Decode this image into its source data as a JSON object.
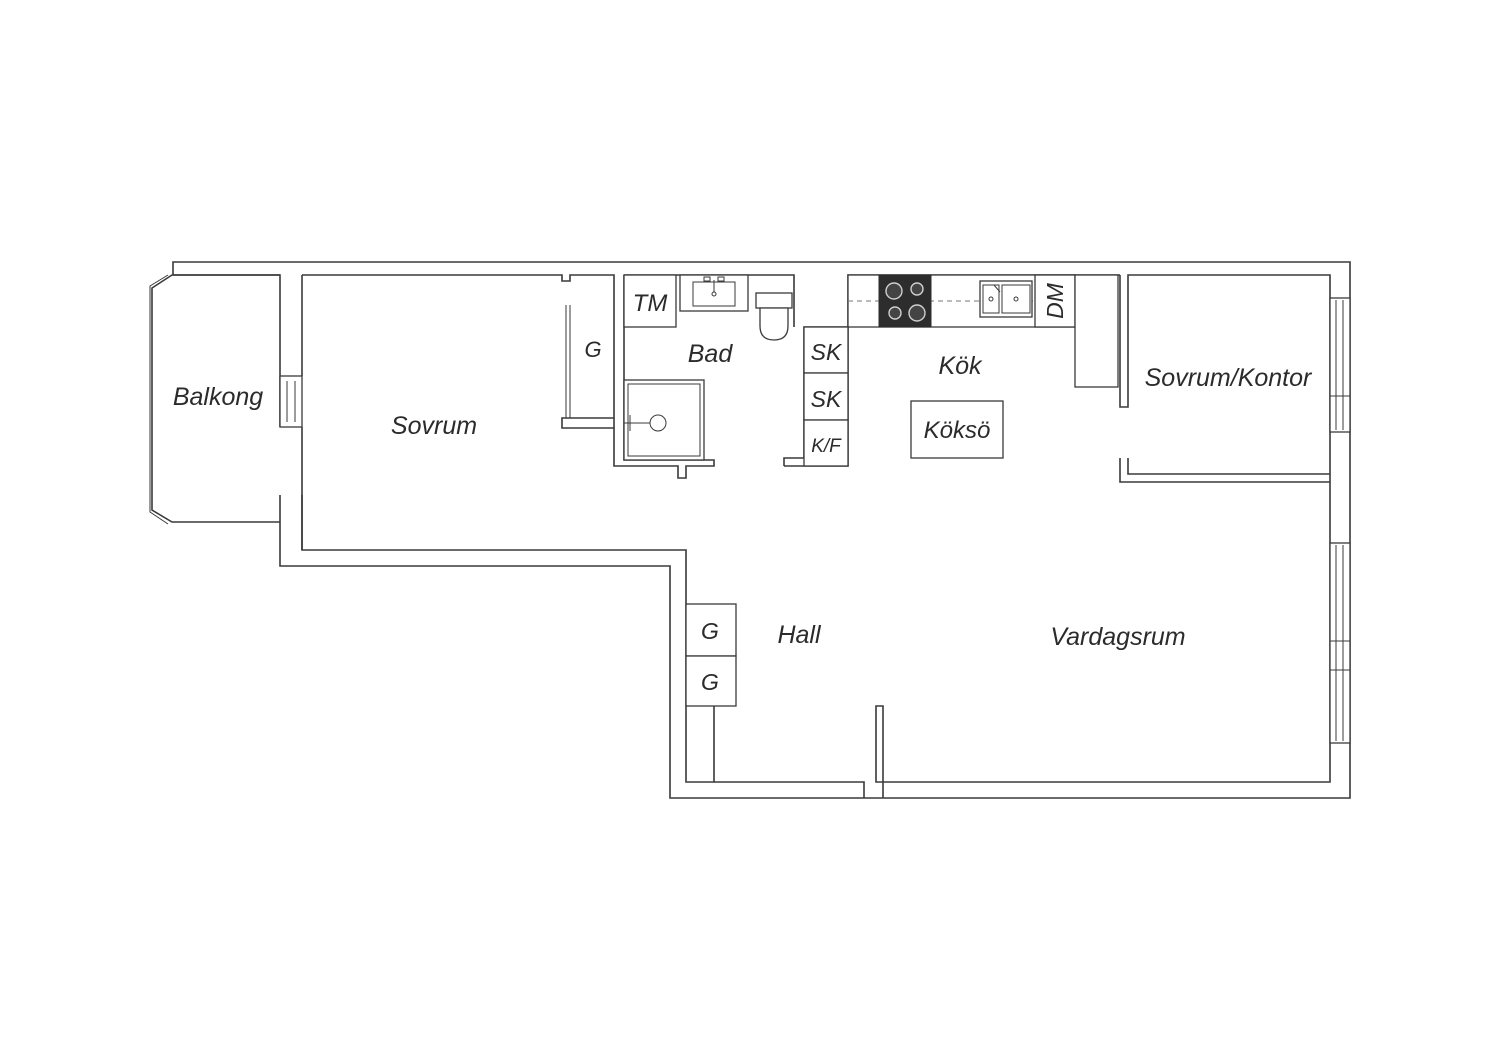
{
  "rooms": {
    "balkong": "Balkong",
    "sovrum": "Sovrum",
    "bad": "Bad",
    "kok": "Kök",
    "sovrum_kontor": "Sovrum/Kontor",
    "hall": "Hall",
    "vardagsrum": "Vardagsrum"
  },
  "fixtures": {
    "tm": "TM",
    "g_sovrum": "G",
    "sk1": "SK",
    "sk2": "SK",
    "kf": "K/F",
    "dm": "DM",
    "koksö": "Köksö",
    "g_hall1": "G",
    "g_hall2": "G"
  }
}
